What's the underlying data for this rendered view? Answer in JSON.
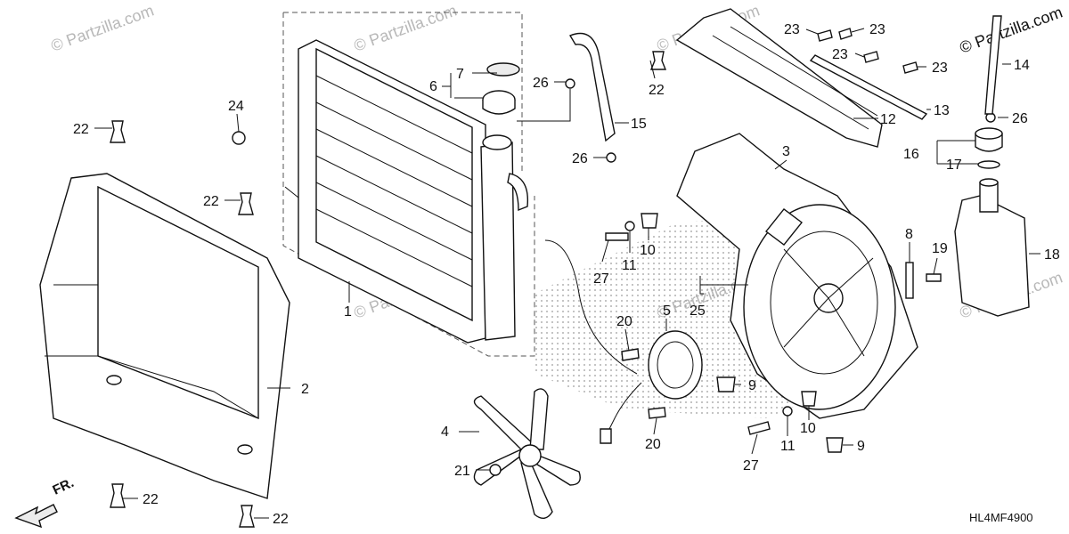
{
  "watermark_text": "© Partzilla.com",
  "diagram_code": "HL4MF4900",
  "front_arrow_label": "FR.",
  "callouts": {
    "c1": "1",
    "c2": "2",
    "c3": "3",
    "c4": "4",
    "c5": "5",
    "c6": "6",
    "c7": "7",
    "c8": "8",
    "c9a": "9",
    "c9b": "9",
    "c10a": "10",
    "c10b": "10",
    "c11a": "11",
    "c11b": "11",
    "c12": "12",
    "c13": "13",
    "c14": "14",
    "c15": "15",
    "c16": "16",
    "c17": "17",
    "c18": "18",
    "c19": "19",
    "c20a": "20",
    "c20b": "20",
    "c21": "21",
    "c22a": "22",
    "c22b": "22",
    "c22c": "22",
    "c22d": "22",
    "c22e": "22",
    "c23a": "23",
    "c23b": "23",
    "c23c": "23",
    "c23d": "23",
    "c24": "24",
    "c25": "25",
    "c26a": "26",
    "c26b": "26",
    "c26c": "26",
    "c27a": "27",
    "c27b": "27"
  }
}
